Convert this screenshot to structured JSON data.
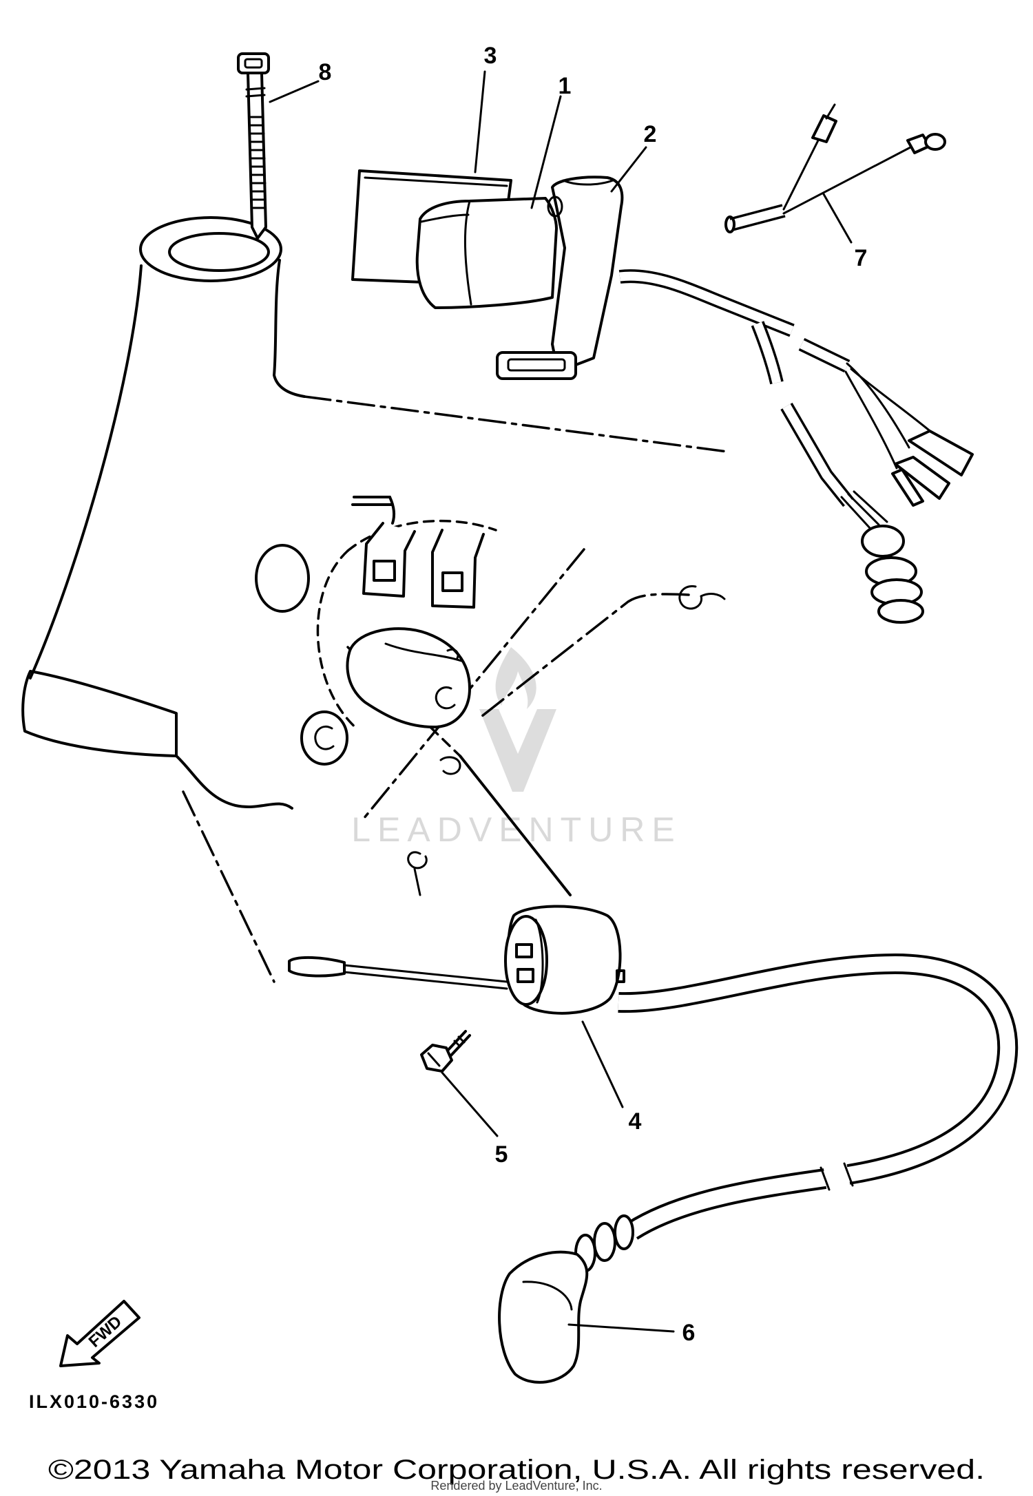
{
  "diagram": {
    "callouts": {
      "p1": "1",
      "p2": "2",
      "p3": "3",
      "p4": "4",
      "p5": "5",
      "p6": "6",
      "p7": "7",
      "p8": "8"
    },
    "fwd_label": "FWD",
    "catalog_code": "ILX010-6330"
  },
  "watermark": {
    "brand": "LEADVENTURE"
  },
  "footer": {
    "copyright": "©2013 Yamaha Motor Corporation, U.S.A. All rights reserved.",
    "rendered_by": "Rendered by LeadVenture, Inc."
  },
  "colors": {
    "ink": "#000000",
    "paper": "#ffffff",
    "watermark": "#d9d9d9"
  }
}
